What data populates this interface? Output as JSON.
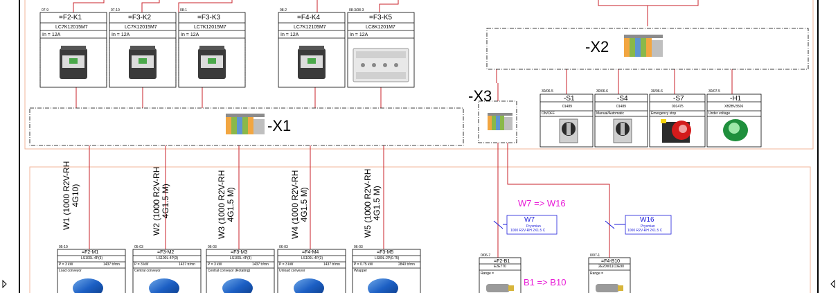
{
  "contactors": [
    {
      "ref": "07-9",
      "tag": "=F2-K1",
      "part": "LC7K12015M7",
      "rating": "In = 12A"
    },
    {
      "ref": "07-10",
      "tag": "=F3-K2",
      "part": "LC7K12015M7",
      "rating": "In = 12A"
    },
    {
      "ref": "08-1",
      "tag": "=F3-K3",
      "part": "LC7K12015M7",
      "rating": "In = 12A"
    },
    {
      "ref": "08-2",
      "tag": "=F4-K4",
      "part": "LC7K12105M7",
      "rating": "In = 12A"
    },
    {
      "ref": "08-3/08-3",
      "tag": "=F3-K5",
      "part": "LC8K1201M7",
      "rating": "In = 12A"
    }
  ],
  "terminals": {
    "x1": "-X1",
    "x2": "-X2",
    "x3": "-X3"
  },
  "switches": [
    {
      "ref": "30/06-5",
      "tag": "-S1",
      "part": "01489",
      "desc": "ON/OFF"
    },
    {
      "ref": "30/06-6",
      "tag": "-S4",
      "part": "01489",
      "desc": "Manual/Automatic"
    },
    {
      "ref": "30/06-6",
      "tag": "-S7",
      "part": "001475",
      "desc": "Emergency stop"
    },
    {
      "ref": "30/07-5",
      "tag": "-H1",
      "part": "XB2BV3506",
      "desc": "Under voltage"
    }
  ],
  "cables": [
    {
      "line1": "W1 (1000 R2V-RH",
      "line2": "4G10)"
    },
    {
      "line1": "W2 (1000 R2V-RH",
      "line2": "4G1.5 M)"
    },
    {
      "line1": "W3 (1000 R2V-RH",
      "line2": "4G1.5 M)"
    },
    {
      "line1": "W4 (1000 R2V-RH",
      "line2": "4G1.5 M)"
    },
    {
      "line1": "W5 (1000 R2V-RH",
      "line2": "4G1.5 M)"
    }
  ],
  "motors": [
    {
      "ref": "05-10",
      "tag": "=F2-M1",
      "part": "LS100L-4P(3)",
      "power": "P = 3 kW",
      "speed": "1437 tr/mn",
      "desc": "Load conveyor"
    },
    {
      "ref": "05-03",
      "tag": "=F3-M2",
      "part": "LS100L-4P(3)",
      "power": "P = 3 kW",
      "speed": "1437 tr/mn",
      "desc": "Central conveyor"
    },
    {
      "ref": "06-03",
      "tag": "=F3-M3",
      "part": "LS100L-4P(3)",
      "power": "P = 3 kW",
      "speed": "1437 tr/mn",
      "desc": "Central conveyor (Rotating)"
    },
    {
      "ref": "06-03",
      "tag": "=F4-M4",
      "part": "LS100L-4P(3)",
      "power": "P = 3 kW",
      "speed": "1437 tr/mn",
      "desc": "Unload conveyor"
    },
    {
      "ref": "06-03",
      "tag": "=F3-M5",
      "part": "LS80L-2P(0.75)",
      "power": "P = 0.75 kW",
      "speed": "2840 tr/mn",
      "desc": "Wrapper"
    }
  ],
  "w_tags": [
    {
      "tag": "W7",
      "maker": "Prysmian",
      "spec": "1000 R2V-RH 2X1.5 C"
    },
    {
      "tag": "W16",
      "maker": "Prysmian",
      "spec": "1000 R2V-RH 2X1.5 C"
    }
  ],
  "annotations": {
    "w_map": "W7 => W16",
    "b_map": "B1 => B10"
  },
  "sensors": [
    {
      "ref": "0/06-7",
      "tag": "=F2-B1",
      "part": "E2E770",
      "range": "Range ="
    },
    {
      "ref": "0/07-1",
      "tag": "=F4-B10",
      "part": "2E20W11C0E90",
      "range": "Range ="
    }
  ],
  "colors": {
    "wire": "#c8222a",
    "frame": "#f0b69a",
    "annot": "#e81ad6",
    "cable_tag": "#1c1cd9"
  }
}
